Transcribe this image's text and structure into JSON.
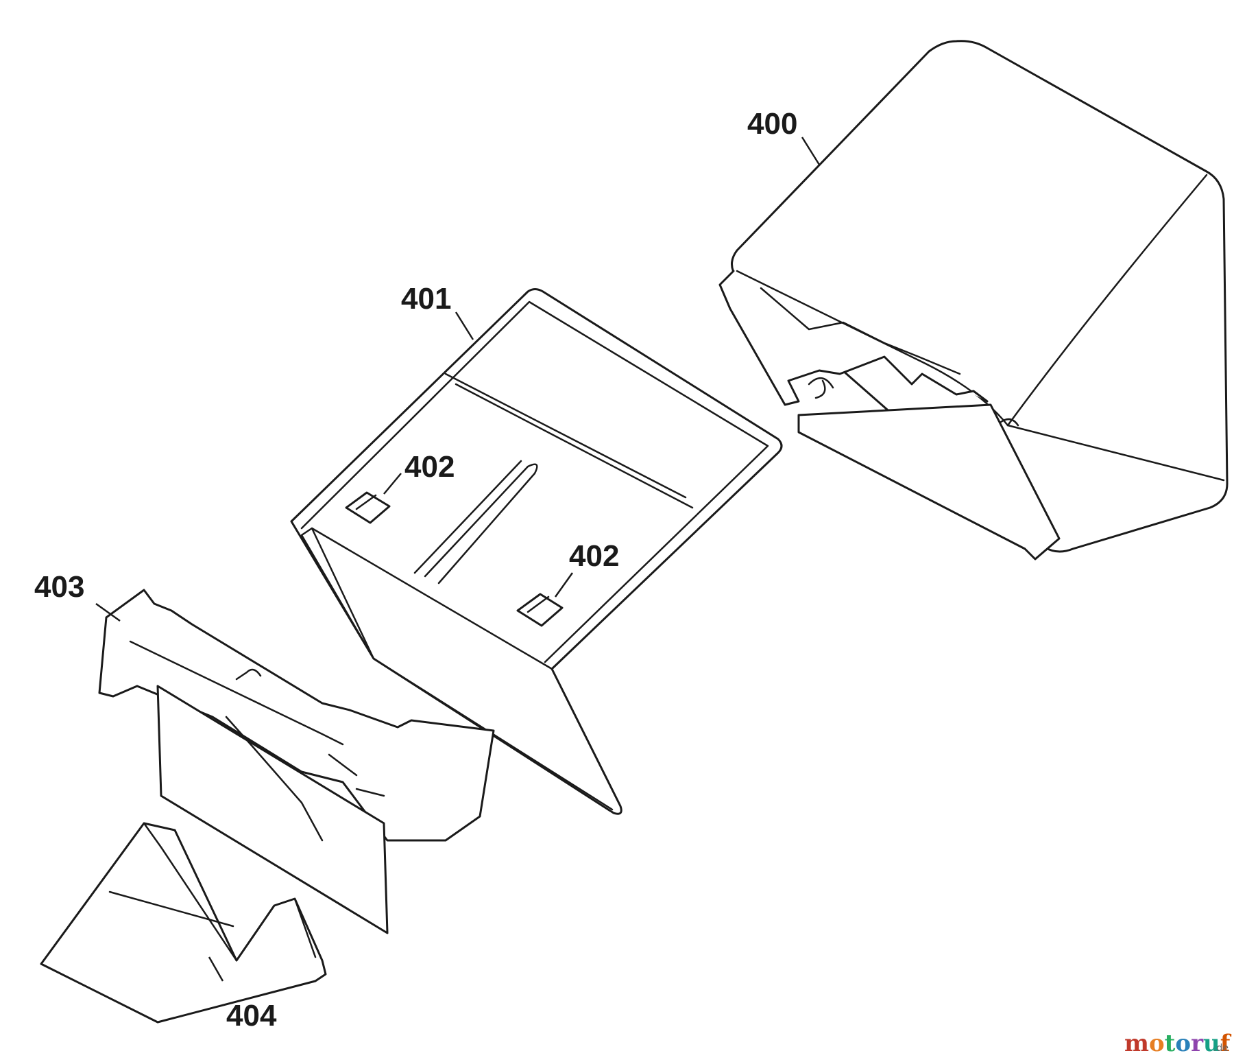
{
  "diagram": {
    "parts": [
      {
        "id": "part-400",
        "label": "400"
      },
      {
        "id": "part-401",
        "label": "401"
      },
      {
        "id": "part-402a",
        "label": "402"
      },
      {
        "id": "part-402b",
        "label": "402"
      },
      {
        "id": "part-403",
        "label": "403"
      },
      {
        "id": "part-404",
        "label": "404"
      }
    ]
  },
  "watermark": {
    "text": "motoruf",
    "suffix": ".de",
    "colors": [
      "#c0392b",
      "#e67e22",
      "#27ae60",
      "#2980b9",
      "#8e44ad",
      "#16a085",
      "#d35400"
    ]
  }
}
